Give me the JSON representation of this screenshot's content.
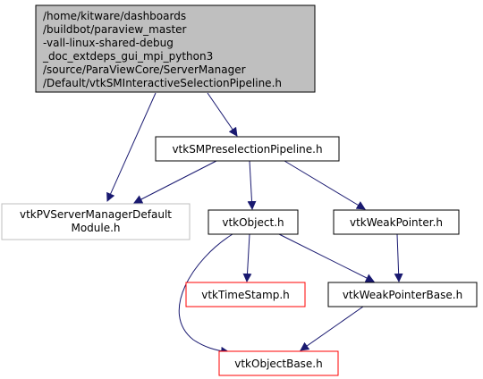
{
  "colors": {
    "edge": "#191970",
    "node_border_default": "#000000",
    "node_border_missing": "#bfbfbf",
    "node_border_red": "#ff0000",
    "root_fill": "#bfbfbf",
    "fill": "#ffffff"
  },
  "nodes": {
    "root": {
      "lines": [
        "/home/kitware/dashboards",
        "/buildbot/paraview_master",
        "-vall-linux-shared-debug",
        "_doc_extdeps_gui_mpi_python3",
        "/source/ParaViewCore/ServerManager",
        "/Default/vtkSMInteractiveSelectionPipeline.h"
      ]
    },
    "preselection": {
      "label": "vtkSMPreselectionPipeline.h"
    },
    "servermanager_module": {
      "lines": [
        "vtkPVServerManagerDefault",
        "Module.h"
      ]
    },
    "object": {
      "label": "vtkObject.h"
    },
    "weakpointer": {
      "label": "vtkWeakPointer.h"
    },
    "timestamp": {
      "label": "vtkTimeStamp.h"
    },
    "weakpointerbase": {
      "label": "vtkWeakPointerBase.h"
    },
    "objectbase": {
      "label": "vtkObjectBase.h"
    }
  }
}
